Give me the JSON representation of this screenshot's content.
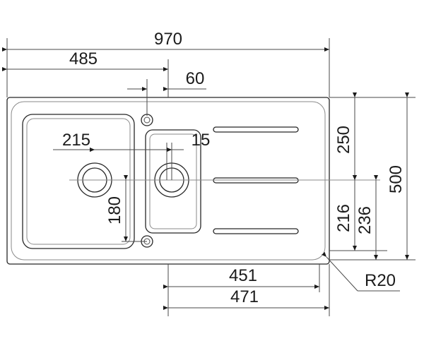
{
  "dimensions": {
    "overall_width": "970",
    "bowl_width": "485",
    "offset": "60",
    "bowl_inner": "215",
    "small_gap": "15",
    "drainer_width": "451",
    "drainer_total": "471",
    "height_total": "500",
    "height_upper": "250",
    "height_mid": "216",
    "height_mid2": "236",
    "small_bowl_height": "180",
    "radius": "R20"
  },
  "colors": {
    "ink": "#262626",
    "accent": "#4a4a4a"
  }
}
